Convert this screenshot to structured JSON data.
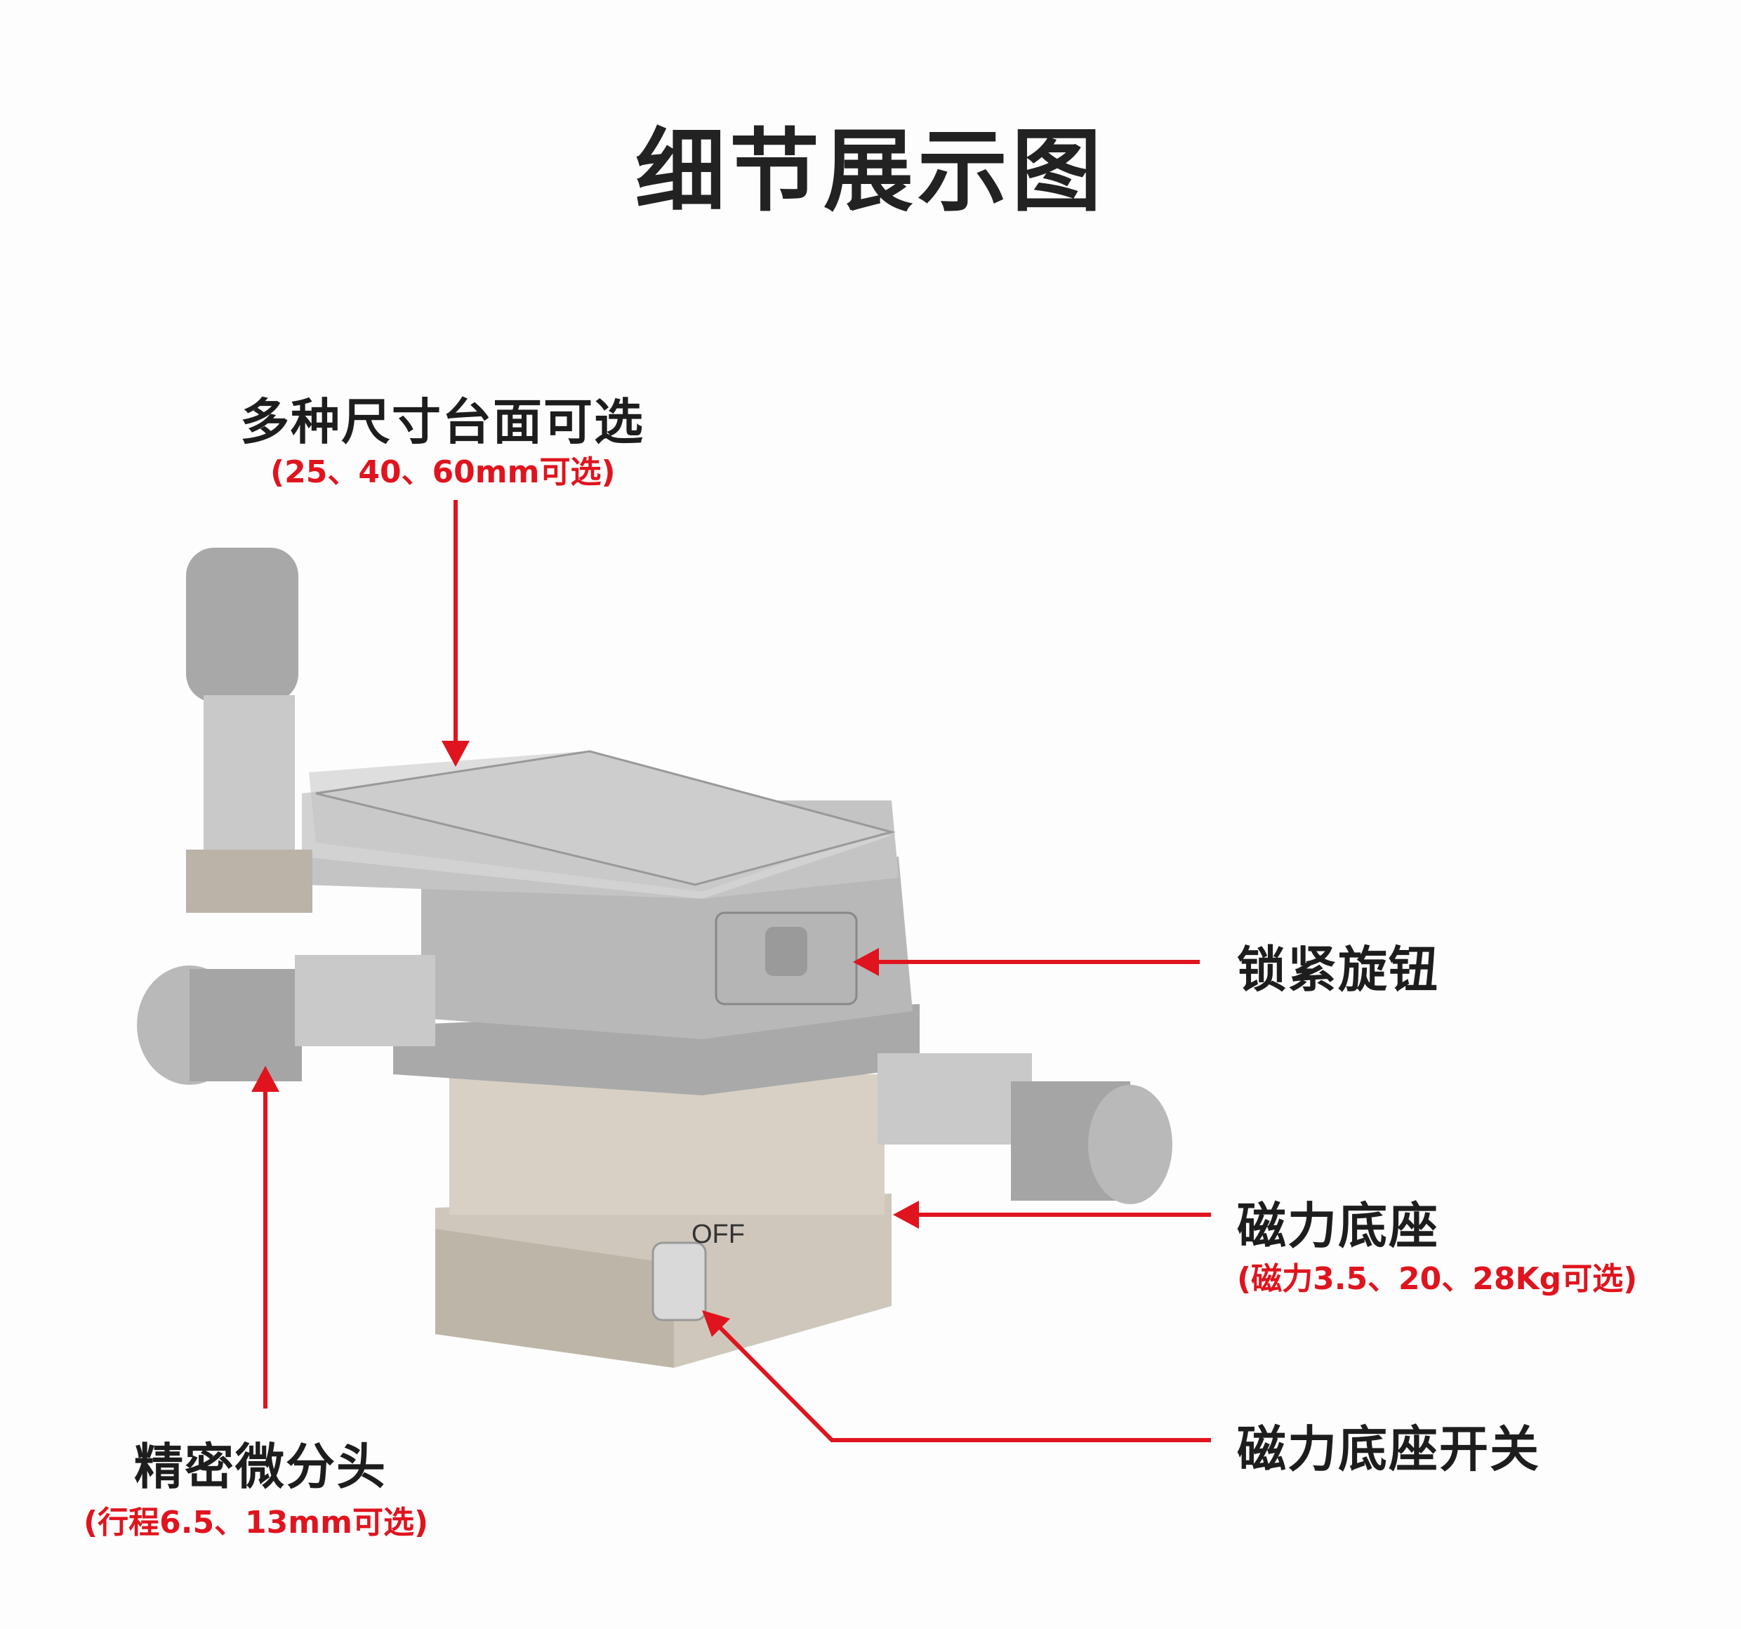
{
  "title": "细节展示图",
  "callouts": {
    "platform": {
      "label": "多种尺寸台面可选",
      "note": "(25、40、60mm可选)"
    },
    "lock_knob": {
      "label": "锁紧旋钮"
    },
    "magnetic_base": {
      "label": "磁力底座",
      "note": "(磁力3.5、20、28Kg可选)"
    },
    "magnetic_switch": {
      "label": "磁力底座开关"
    },
    "micrometer": {
      "label": "精密微分头",
      "note": "(行程6.5、13mm可选)"
    }
  },
  "product": {
    "switch_text": "OFF"
  },
  "colors": {
    "accent": "#e0141e",
    "text": "#1d1d1d"
  }
}
